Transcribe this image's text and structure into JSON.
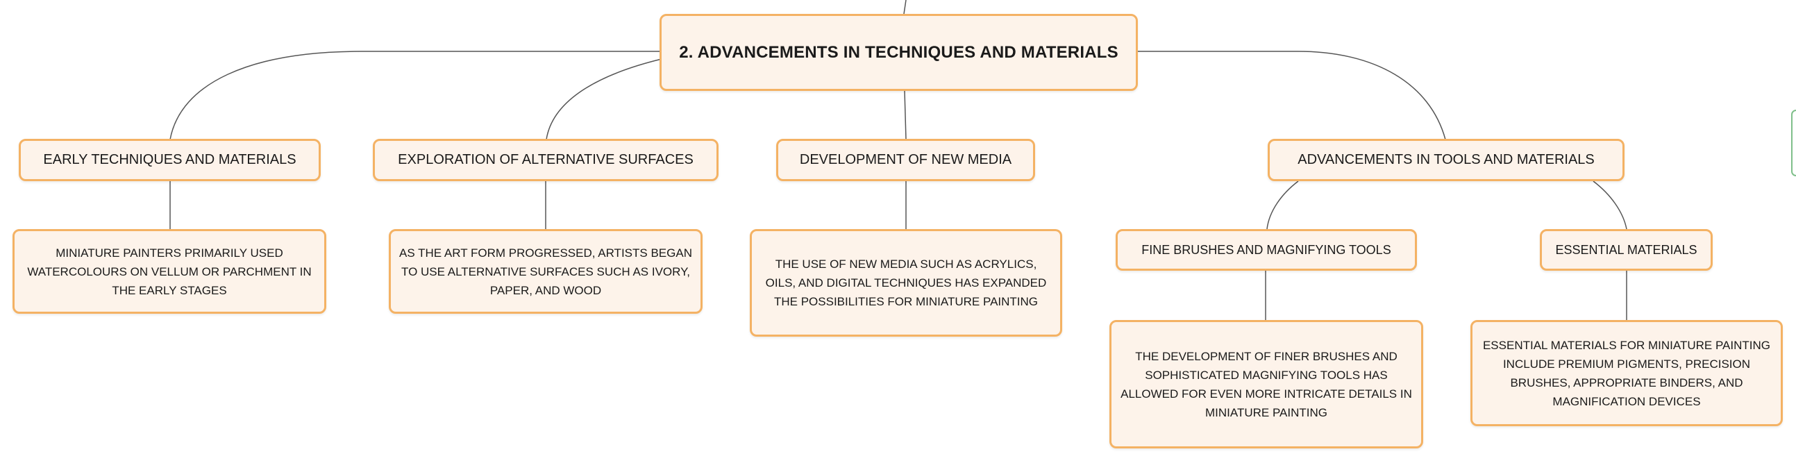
{
  "diagram": {
    "root": {
      "label": "2. ADVANCEMENTS IN TECHNIQUES AND MATERIALS"
    },
    "branches": [
      {
        "label": "EARLY TECHNIQUES AND MATERIALS",
        "detail": "MINIATURE PAINTERS PRIMARILY USED WATERCOLOURS ON VELLUM OR PARCHMENT IN THE EARLY STAGES"
      },
      {
        "label": "EXPLORATION OF ALTERNATIVE SURFACES",
        "detail": "AS THE ART FORM PROGRESSED, ARTISTS BEGAN TO USE ALTERNATIVE SURFACES SUCH AS IVORY, PAPER, AND WOOD"
      },
      {
        "label": "DEVELOPMENT OF NEW MEDIA",
        "detail": "THE USE OF NEW MEDIA SUCH AS ACRYLICS, OILS, AND DIGITAL TECHNIQUES HAS EXPANDED THE POSSIBILITIES FOR MINIATURE PAINTING"
      },
      {
        "label": "ADVANCEMENTS IN TOOLS AND MATERIALS",
        "children": [
          {
            "label": "FINE BRUSHES AND MAGNIFYING TOOLS",
            "detail": "THE DEVELOPMENT OF FINER BRUSHES AND SOPHISTICATED MAGNIFYING TOOLS HAS ALLOWED FOR EVEN MORE INTRICATE DETAILS IN MINIATURE PAINTING"
          },
          {
            "label": "ESSENTIAL MATERIALS",
            "detail": "ESSENTIAL MATERIALS FOR MINIATURE PAINTING INCLUDE PREMIUM PIGMENTS, PRECISION BRUSHES, APPROPRIATE BINDERS, AND MAGNIFICATION DEVICES"
          }
        ]
      }
    ],
    "colors": {
      "node_fill": "#fdf3ea",
      "node_border": "#f4b264",
      "connector": "#555555",
      "edge_tab": "#7fbf8a"
    }
  }
}
